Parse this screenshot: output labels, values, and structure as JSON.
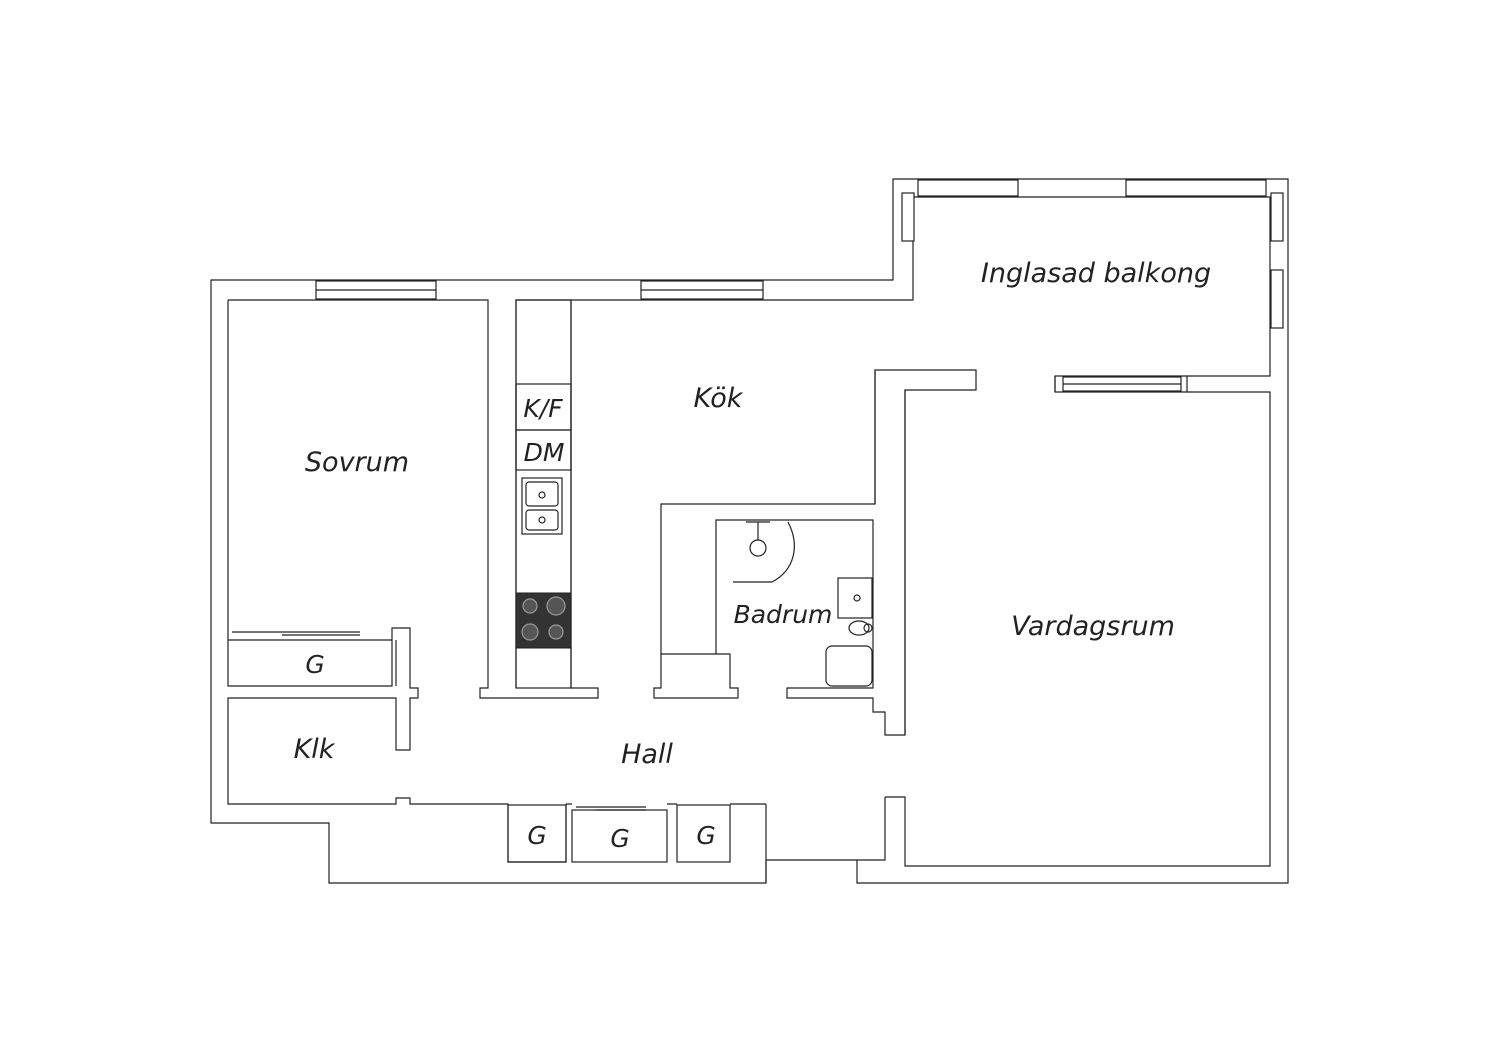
{
  "rooms": {
    "balcony": "Inglasad balkong",
    "kitchen": "Kök",
    "bedroom": "Sovrum",
    "living": "Vardagsrum",
    "bathroom": "Badrum",
    "hall": "Hall",
    "closet": "Klk"
  },
  "appliances": {
    "fridge_freezer": "K/F",
    "dishwasher": "DM"
  },
  "wardrobes": {
    "bedroom": "G",
    "hall_1": "G",
    "hall_2": "G",
    "hall_3": "G"
  },
  "colors": {
    "line": "#222222",
    "stove": "#333333",
    "background": "#ffffff"
  },
  "icons": [
    "sink-icon",
    "stove-icon",
    "shower-icon",
    "washbasin-icon",
    "toilet-icon",
    "bathtub-icon",
    "window-icon",
    "sliding-door-icon"
  ]
}
